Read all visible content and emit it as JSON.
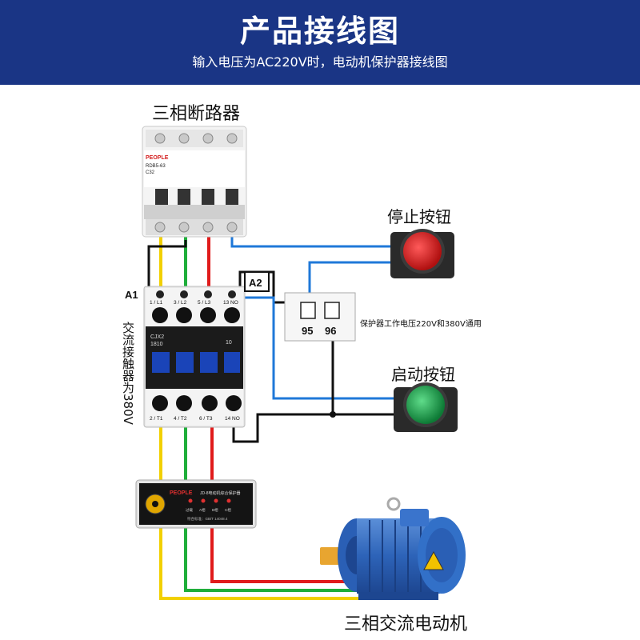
{
  "header": {
    "title": "产品接线图",
    "subtitle": "输入电压为AC220V时，电动机保护器接线图"
  },
  "breaker": {
    "label": "三相断路器",
    "brand": "PEOPLE",
    "model": "RDB5-63",
    "rating": "C32"
  },
  "contactor": {
    "side_label": "交流接触器为380V",
    "model": "CJX2",
    "model_number": "1810",
    "aux_value": "10",
    "terminal_a1": "A1",
    "terminal_a2": "A2",
    "top_terminals": [
      "1 / L1",
      "3 / L2",
      "5 / L3",
      "13 NO"
    ],
    "bottom_terminals": [
      "2 / T1",
      "4 / T2",
      "6 / T3",
      "14 NO"
    ]
  },
  "protector_terminals": {
    "t95": "95",
    "t96": "96",
    "note": "保护器工作电压220V和380V通用"
  },
  "stop_button": {
    "label": "停止按钮",
    "color": "#d42020"
  },
  "start_button": {
    "label": "启动按钮",
    "color": "#1fa34a"
  },
  "protector_device": {
    "brand": "PEOPLE",
    "name": "JD-8电动机综合保护器",
    "indicators": [
      "过载",
      "A相",
      "B相",
      "C相"
    ],
    "standard": "符合标准：GB/T 14048.4"
  },
  "motor": {
    "label": "三相交流电动机"
  },
  "colors": {
    "phase_yellow": "#f2d000",
    "phase_green": "#1fae3a",
    "phase_red": "#e01b1b",
    "control_blue": "#1f78d8",
    "control_black": "#111111",
    "header_bg": "#1a3585"
  }
}
